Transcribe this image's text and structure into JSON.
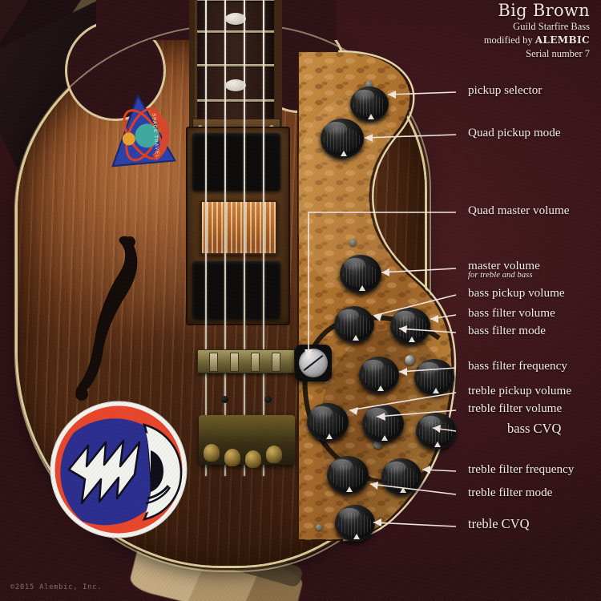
{
  "title_block": {
    "name": "Big Brown",
    "model": "Guild Starfire Bass",
    "modified_by_prefix": "modified by ",
    "brand": "ALEMBIC",
    "serial": "Serial number 7"
  },
  "copyright": "©2015 Alembic, Inc.",
  "callouts": [
    {
      "id": "pickup-selector",
      "label": "pickup selector",
      "sublabel": ""
    },
    {
      "id": "quad-pickup-mode",
      "label": "Quad pickup mode",
      "sublabel": ""
    },
    {
      "id": "quad-master-volume",
      "label": "Quad master volume",
      "sublabel": ""
    },
    {
      "id": "master-volume",
      "label": "master volume",
      "sublabel": "for treble and bass"
    },
    {
      "id": "bass-pickup-volume",
      "label": "bass pickup volume",
      "sublabel": ""
    },
    {
      "id": "bass-filter-volume",
      "label": "bass filter volume",
      "sublabel": ""
    },
    {
      "id": "bass-filter-mode",
      "label": "bass filter mode",
      "sublabel": ""
    },
    {
      "id": "bass-filter-frequency",
      "label": "bass filter frequency",
      "sublabel": ""
    },
    {
      "id": "treble-pickup-volume",
      "label": "treble pickup volume",
      "sublabel": ""
    },
    {
      "id": "treble-filter-volume",
      "label": "treble filter volume",
      "sublabel": ""
    },
    {
      "id": "bass-cvq",
      "label": "bass CVQ",
      "sublabel": ""
    },
    {
      "id": "treble-filter-frequency",
      "label": "treble filter frequency",
      "sublabel": ""
    },
    {
      "id": "treble-filter-mode",
      "label": "treble filter mode",
      "sublabel": ""
    },
    {
      "id": "treble-cvq",
      "label": "treble CVQ",
      "sublabel": ""
    }
  ],
  "colors": {
    "background": "#3a1519",
    "label_text": "#f6ece8",
    "leader_line": "#f2e7e2",
    "body_wood": "#8a4b23",
    "pickguard_wood": "#b07b38",
    "binding": "#d8c89a",
    "knob": "#0d0d0d",
    "copper": "#d98b40",
    "sticker_red": "#e8452a",
    "sticker_blue": "#2b2d8e",
    "sticker_white": "#f2f2ee",
    "tri_sticker_blue": "#2b3fa8",
    "tri_sticker_orange": "#e86a1f"
  },
  "stickers": {
    "steal_your_face": "steal-your-face-skull-sticker",
    "triangle": "orbital-triangle-sticker"
  }
}
